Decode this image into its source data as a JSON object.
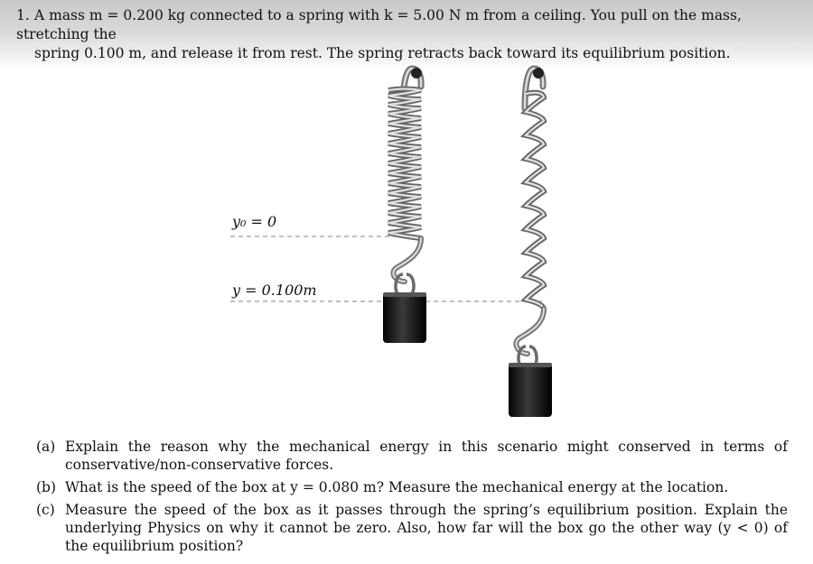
{
  "problem": {
    "number": "1.",
    "line1": "A mass m = 0.200 kg connected to a spring with k = 5.00 N m from a ceiling. You pull on the mass, stretching the",
    "line2": "spring 0.100 m, and release it from rest. The spring retracts back toward its equilibrium position."
  },
  "figure": {
    "label_y0": "y₀ = 0",
    "label_y": "y = 0.100m"
  },
  "parts": [
    {
      "tag": "(a)",
      "text": "Explain the reason why the mechanical energy in this scenario might conserved in terms of conservative/non-conservative forces."
    },
    {
      "tag": "(b)",
      "text": "What is the speed of the box at y = 0.080 m? Measure the mechanical energy at the location."
    },
    {
      "tag": "(c)",
      "text": "Measure the speed of the box as it passes through the spring’s equilibrium position. Explain the underlying Physics on why it cannot be zero. Also, how far will the box go the other way (y < 0) of the equilibrium position?"
    }
  ]
}
